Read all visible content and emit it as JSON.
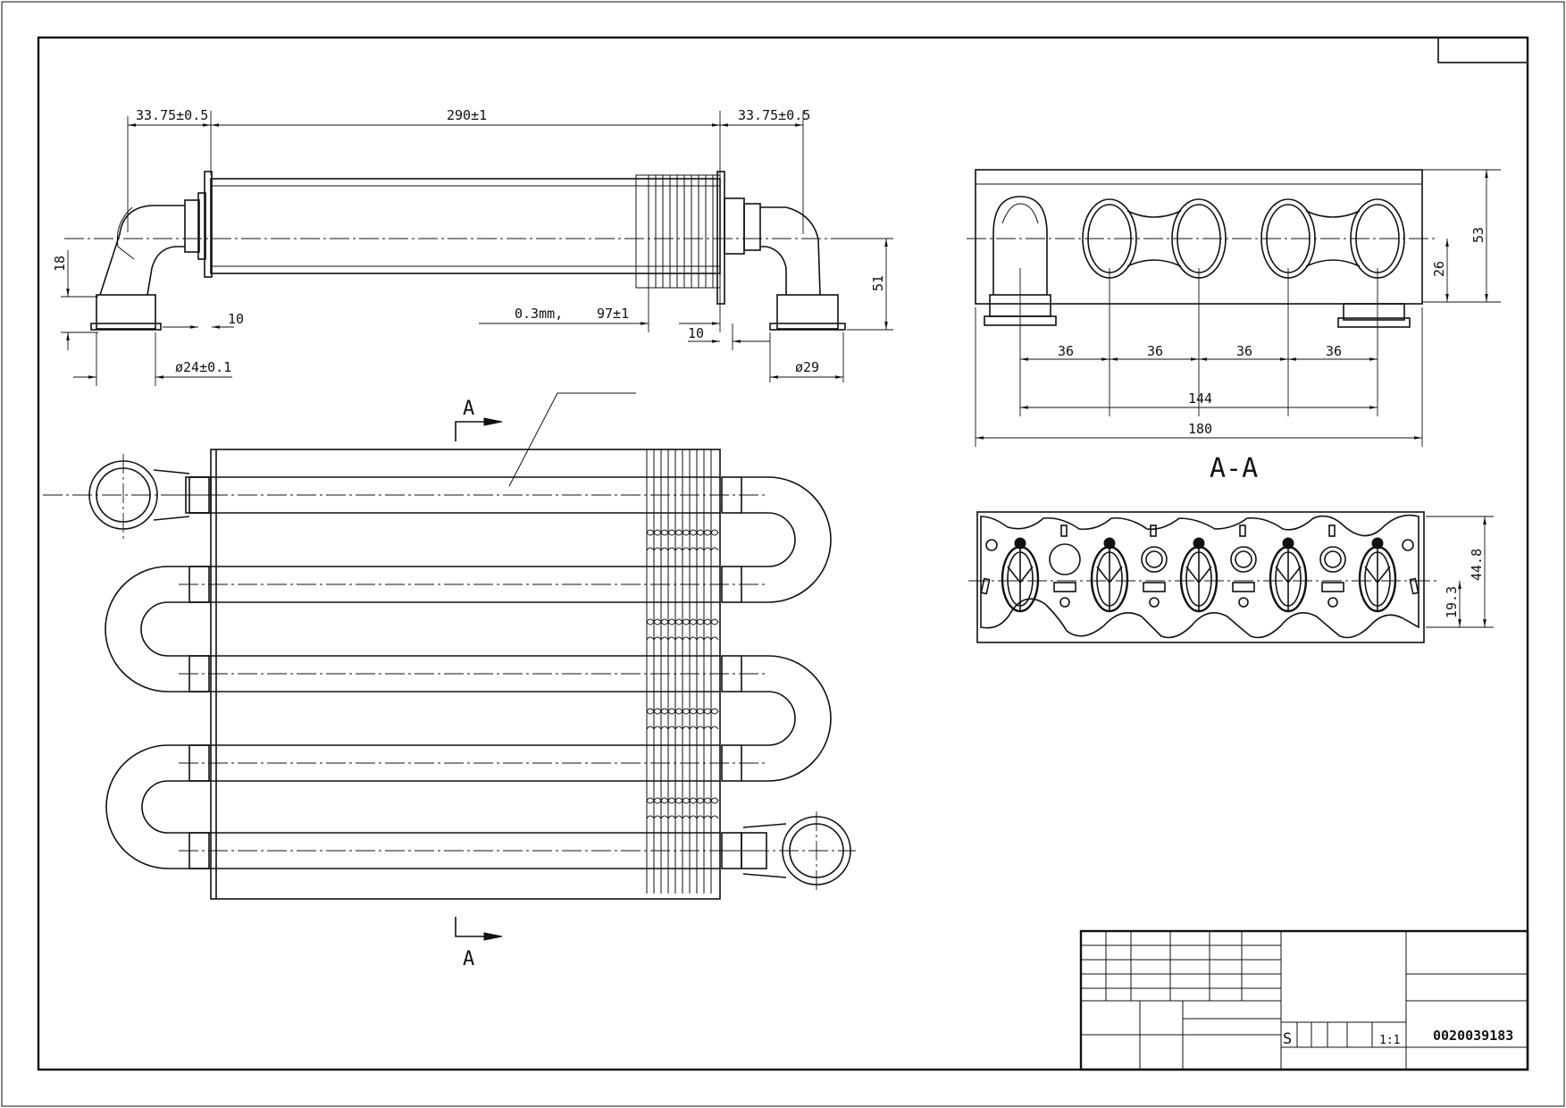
{
  "drawing": {
    "front_view": {
      "dim_left_offset": "33.75±0.5",
      "dim_length": "290±1",
      "dim_right_offset": "33.75±0.5",
      "dim_height_18": "18",
      "dim_height_51": "51",
      "dim_flange_left": "10",
      "dim_flange_right": "10",
      "dim_fin_thickness": "0.3mm,",
      "dim_fin_length": "97±1",
      "dim_dia_left": "ø24±0.1",
      "dim_dia_right": "ø29"
    },
    "section_marker": {
      "top_letter": "A",
      "bottom_letter": "A"
    },
    "section_view": {
      "title": "A-A",
      "pitch_1": "36",
      "pitch_2": "36",
      "pitch_3": "36",
      "pitch_4": "36",
      "dim_144": "144",
      "dim_180": "180",
      "dim_53": "53",
      "dim_26": "26"
    },
    "end_plate_view": {
      "dim_44_8": "44.8",
      "dim_19_3": "19.3"
    },
    "title_block": {
      "material_mark": "S",
      "scale": "1:1",
      "part_number": "0020039183"
    }
  }
}
